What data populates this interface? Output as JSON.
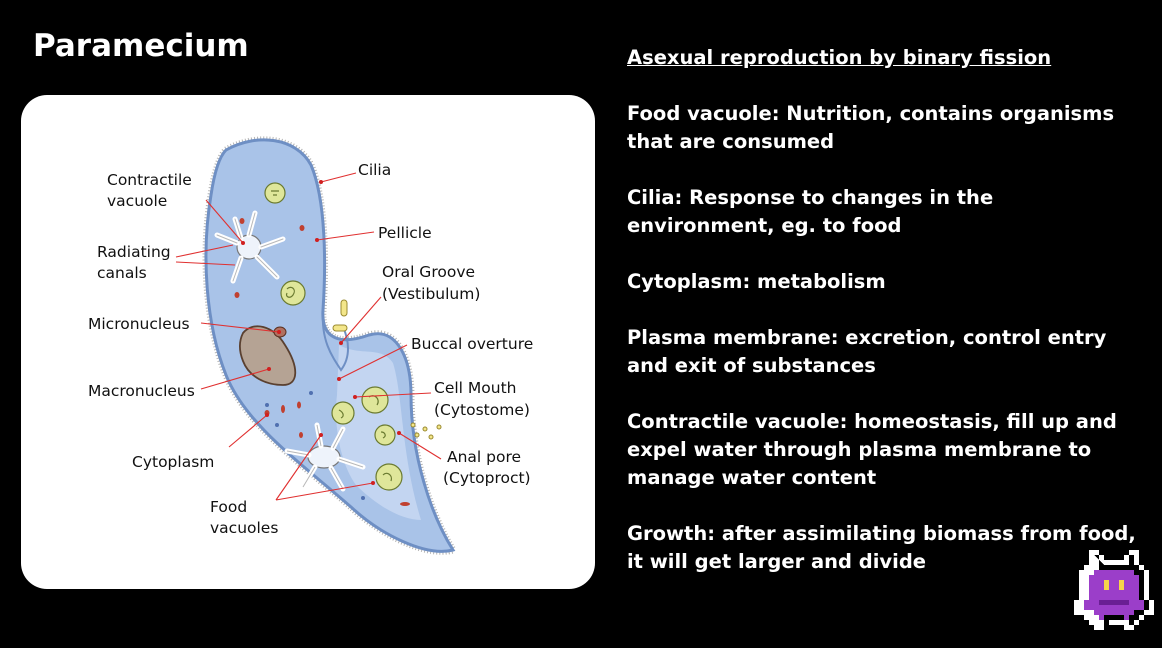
{
  "title": "Paramecium",
  "diagram": {
    "labels": {
      "contractile_vacuole_1": "Contractile",
      "contractile_vacuole_2": "vacuole",
      "radiating_canals_1": "Radiating",
      "radiating_canals_2": "canals",
      "micronucleus": "Micronucleus",
      "macronucleus": "Macronucleus",
      "cytoplasm": "Cytoplasm",
      "food_vacuoles_1": "Food",
      "food_vacuoles_2": "vacuoles",
      "cilia": "Cilia",
      "pellicle": "Pellicle",
      "oral_groove_1": "Oral Groove",
      "oral_groove_2": "(Vestibulum)",
      "buccal_overture": "Buccal overture",
      "cell_mouth_1": "Cell Mouth",
      "cell_mouth_2": "(Cytostome)",
      "anal_pore_1": "Anal pore",
      "anal_pore_2": "(Cytoproct)"
    },
    "colors": {
      "body_fill": "#a9c3e8",
      "body_stroke": "#6e8fc4",
      "vacuole_fill": "#dfe69a",
      "macronucleus_fill": "#b5a394",
      "leader_lines": "#e03030"
    }
  },
  "notes": {
    "heading": "Asexual reproduction by binary fission",
    "items": [
      "Food vacuole: Nutrition, contains organisms that are consumed",
      "Cilia: Response to changes in the environment, eg. to food",
      "Cytoplasm: metabolism",
      "Plasma membrane: excretion, control entry and exit of substances",
      "Contractile vacuole: homeostasis, fill up and expel water through plasma membrane to manage water content",
      "Growth: after assimilating biomass from food, it will get larger and divide"
    ]
  },
  "mascot": {
    "icon": "pixel-monster-icon",
    "color": "#9b3ec9"
  }
}
